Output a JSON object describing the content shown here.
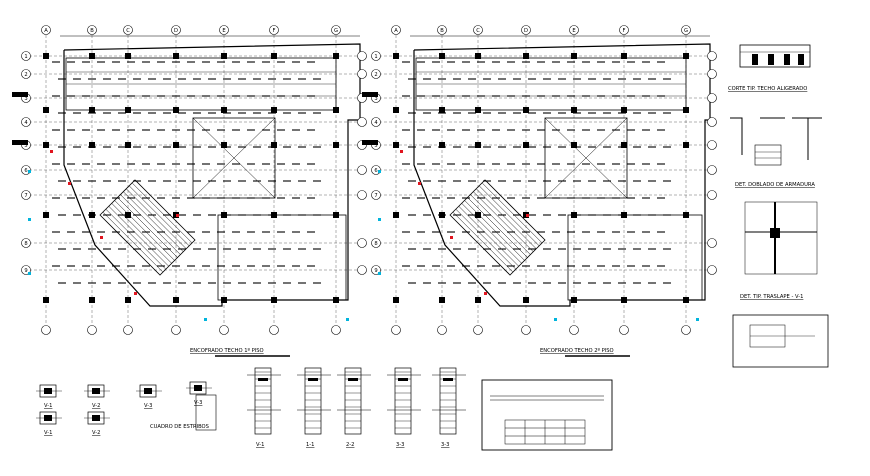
{
  "captions": {
    "plan_left": "ENCOFRADO TECHO 1º PISO",
    "plan_right": "ENCOFRADO TECHO 2º PISO",
    "detail_typical": "CORTE TIP. TECHO ALIGERADO",
    "detail_rebar": "DET. DOBLADO DE ARMADURA",
    "detail_beam": "DET. TIP. TRASLAPE - V-1",
    "stirrups_table": "CUADRO DE ESTRIBOS",
    "sec_1": "V-1",
    "sec_2": "V-2",
    "sec_3": "V-3",
    "sec_4": "1-1",
    "sec_5": "2-2",
    "sec_6": "3-3"
  },
  "axis_left_top": [
    "A",
    "B",
    "C",
    "D",
    "E",
    "F",
    "G"
  ],
  "axis_left_side": [
    "1",
    "2",
    "3",
    "4",
    "5",
    "6",
    "7",
    "8",
    "9"
  ],
  "axis_right_top": [
    "A",
    "B",
    "C",
    "D",
    "E",
    "F",
    "G"
  ],
  "axis_right_side": [
    "1",
    "2",
    "3",
    "4",
    "5",
    "6",
    "7",
    "8",
    "9"
  ],
  "colors": {
    "ink": "#000000",
    "accent_red": "#e0141e",
    "accent_cyan": "#00b4dc",
    "grid": "#000000"
  }
}
